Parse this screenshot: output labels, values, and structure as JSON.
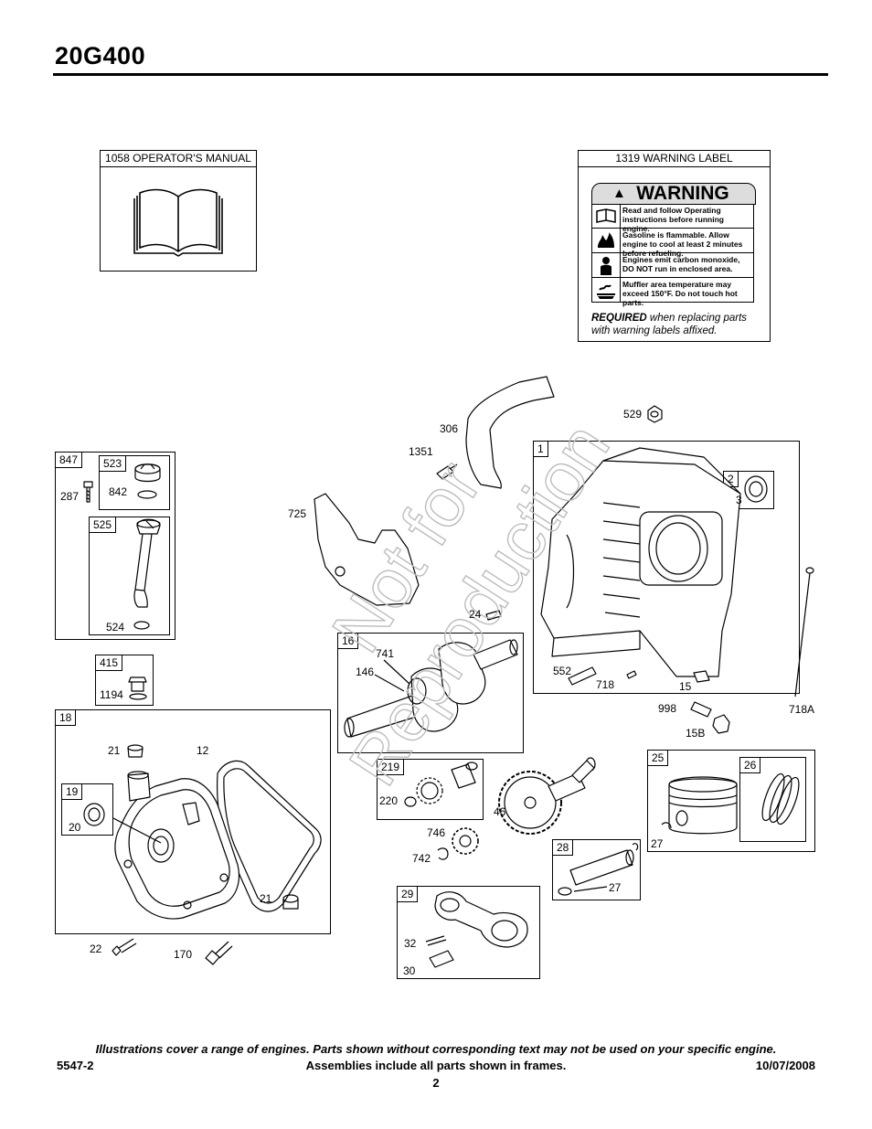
{
  "header": {
    "model": "20G400"
  },
  "manual_box": {
    "label": "1058 OPERATOR'S MANUAL"
  },
  "warning_box": {
    "label": "1319 WARNING LABEL",
    "title": "WARNING",
    "rows": [
      "Read and follow Operating instructions before running engine.",
      "Gasoline is flammable. Allow engine to cool at least 2 minutes before refueling.",
      "Engines emit carbon monoxide, DO NOT run in enclosed area.",
      "Muffler area temperature may exceed 150°F. Do not touch hot parts."
    ],
    "required_bold": "REQUIRED",
    "required_text": " when replacing parts with warning labels affixed."
  },
  "watermark": {
    "line1": "Not for",
    "line2": "Reproduction"
  },
  "frames": {
    "f847": "847",
    "f523": "523",
    "f525": "525",
    "f415": "415",
    "f18": "18",
    "f19": "19",
    "f16": "16",
    "f219": "219",
    "f29": "29",
    "f28": "28",
    "f25": "25",
    "f26": "26",
    "f1": "1",
    "f2": "2"
  },
  "callouts": {
    "c287": "287",
    "c842": "842",
    "c524": "524",
    "c1194": "1194",
    "c21a": "21",
    "c12": "12",
    "c20": "20",
    "c21b": "21",
    "c22": "22",
    "c170": "170",
    "c725": "725",
    "c306": "306",
    "c1351": "1351",
    "c529": "529",
    "c3": "3",
    "c24": "24",
    "c741": "741",
    "c146": "146",
    "c552": "552",
    "c718": "718",
    "c15": "15",
    "c998": "998",
    "c15B": "15B",
    "c718A": "718A",
    "c220": "220",
    "c46": "46",
    "c746": "746",
    "c742": "742",
    "c27a": "27",
    "c27b": "27",
    "c32": "32",
    "c30": "30"
  },
  "footer": {
    "note": "Illustrations cover a range of engines. Parts shown without corresponding text may not be used on your specific engine.",
    "left": "5547-2",
    "center": "Assemblies include all parts shown in frames.",
    "right": "10/07/2008",
    "page": "2"
  }
}
